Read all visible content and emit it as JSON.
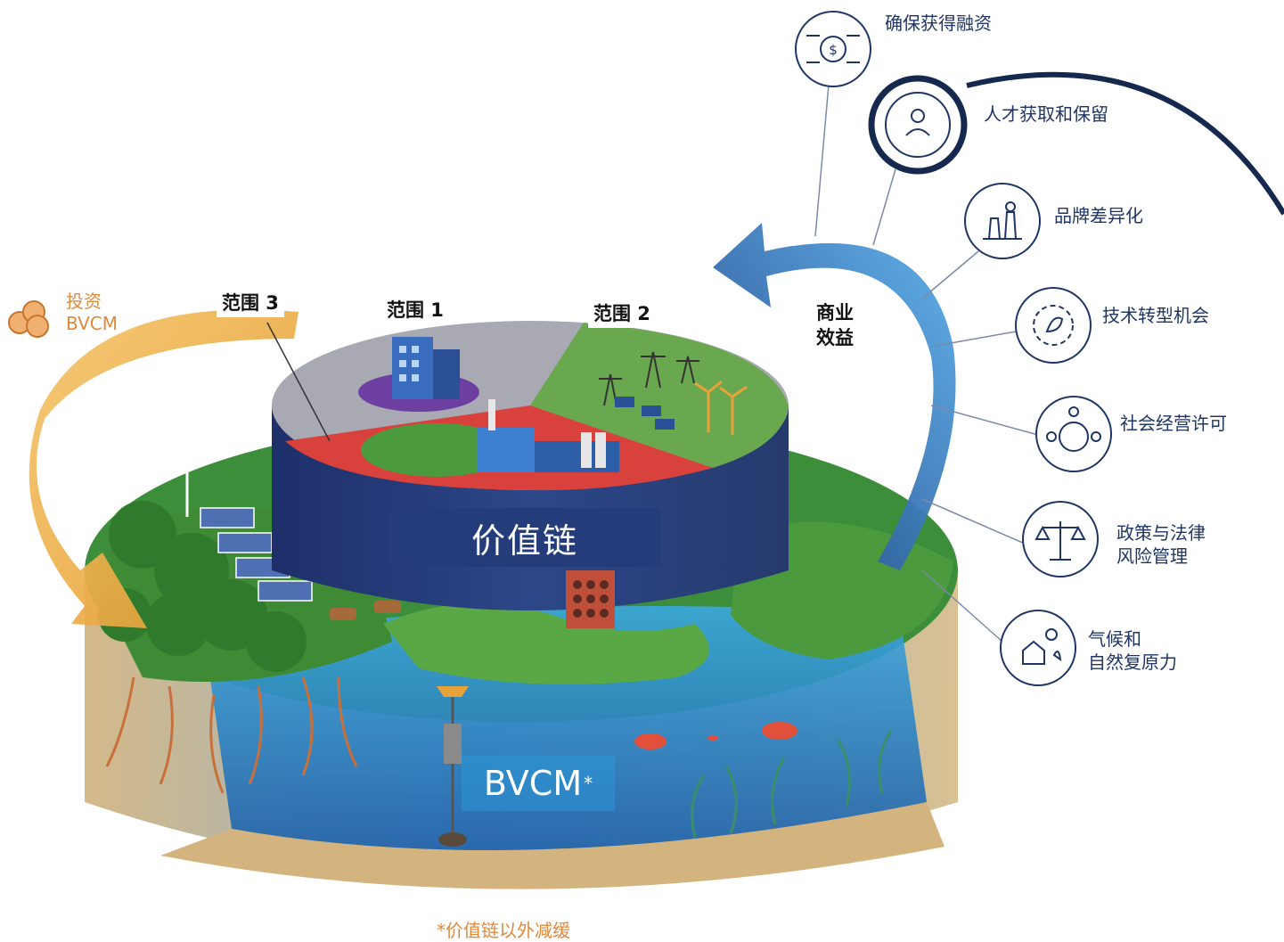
{
  "title": "价值链",
  "scopes": {
    "scope1": "范围 1",
    "scope2": "范围 2",
    "scope3": "范围 3"
  },
  "invest": {
    "line1": "投资",
    "line2": "BVCM"
  },
  "business_benefits": {
    "title_line1": "商业",
    "title_line2": "效益",
    "items": [
      {
        "label": "确保获得融资",
        "icon": "handshake-money-icon"
      },
      {
        "label": "人才获取和保留",
        "icon": "person-cycle-icon",
        "highlighted": true
      },
      {
        "label": "品牌差异化",
        "icon": "chess-pieces-icon"
      },
      {
        "label": "技术转型机会",
        "icon": "gear-leaf-icon"
      },
      {
        "label": "社会经营许可",
        "icon": "globe-people-icon"
      },
      {
        "label": "政策与法律风险管理",
        "label_lines": [
          "政策与法律",
          "风险管理"
        ],
        "icon": "scales-icon"
      },
      {
        "label": "气候和自然复原力",
        "label_lines": [
          "气候和",
          "自然复原力"
        ],
        "icon": "house-weather-icon"
      }
    ]
  },
  "bvcm": {
    "label": "BVCM",
    "mark": "*"
  },
  "footnote": "*价值链以外减缓",
  "colors": {
    "navy": "#1f3564",
    "cylinder": "#243c7a",
    "invest_arrow": "#e8a23a",
    "benefit_arrow": "#2f6fc0",
    "water": "#2b96d6",
    "grass": "#4d9a3c",
    "soil": "#c9ab7a",
    "scope3_red": "#d9413c",
    "scope2_green": "#6aa84f",
    "scope1_grey": "#a9a9b3"
  }
}
